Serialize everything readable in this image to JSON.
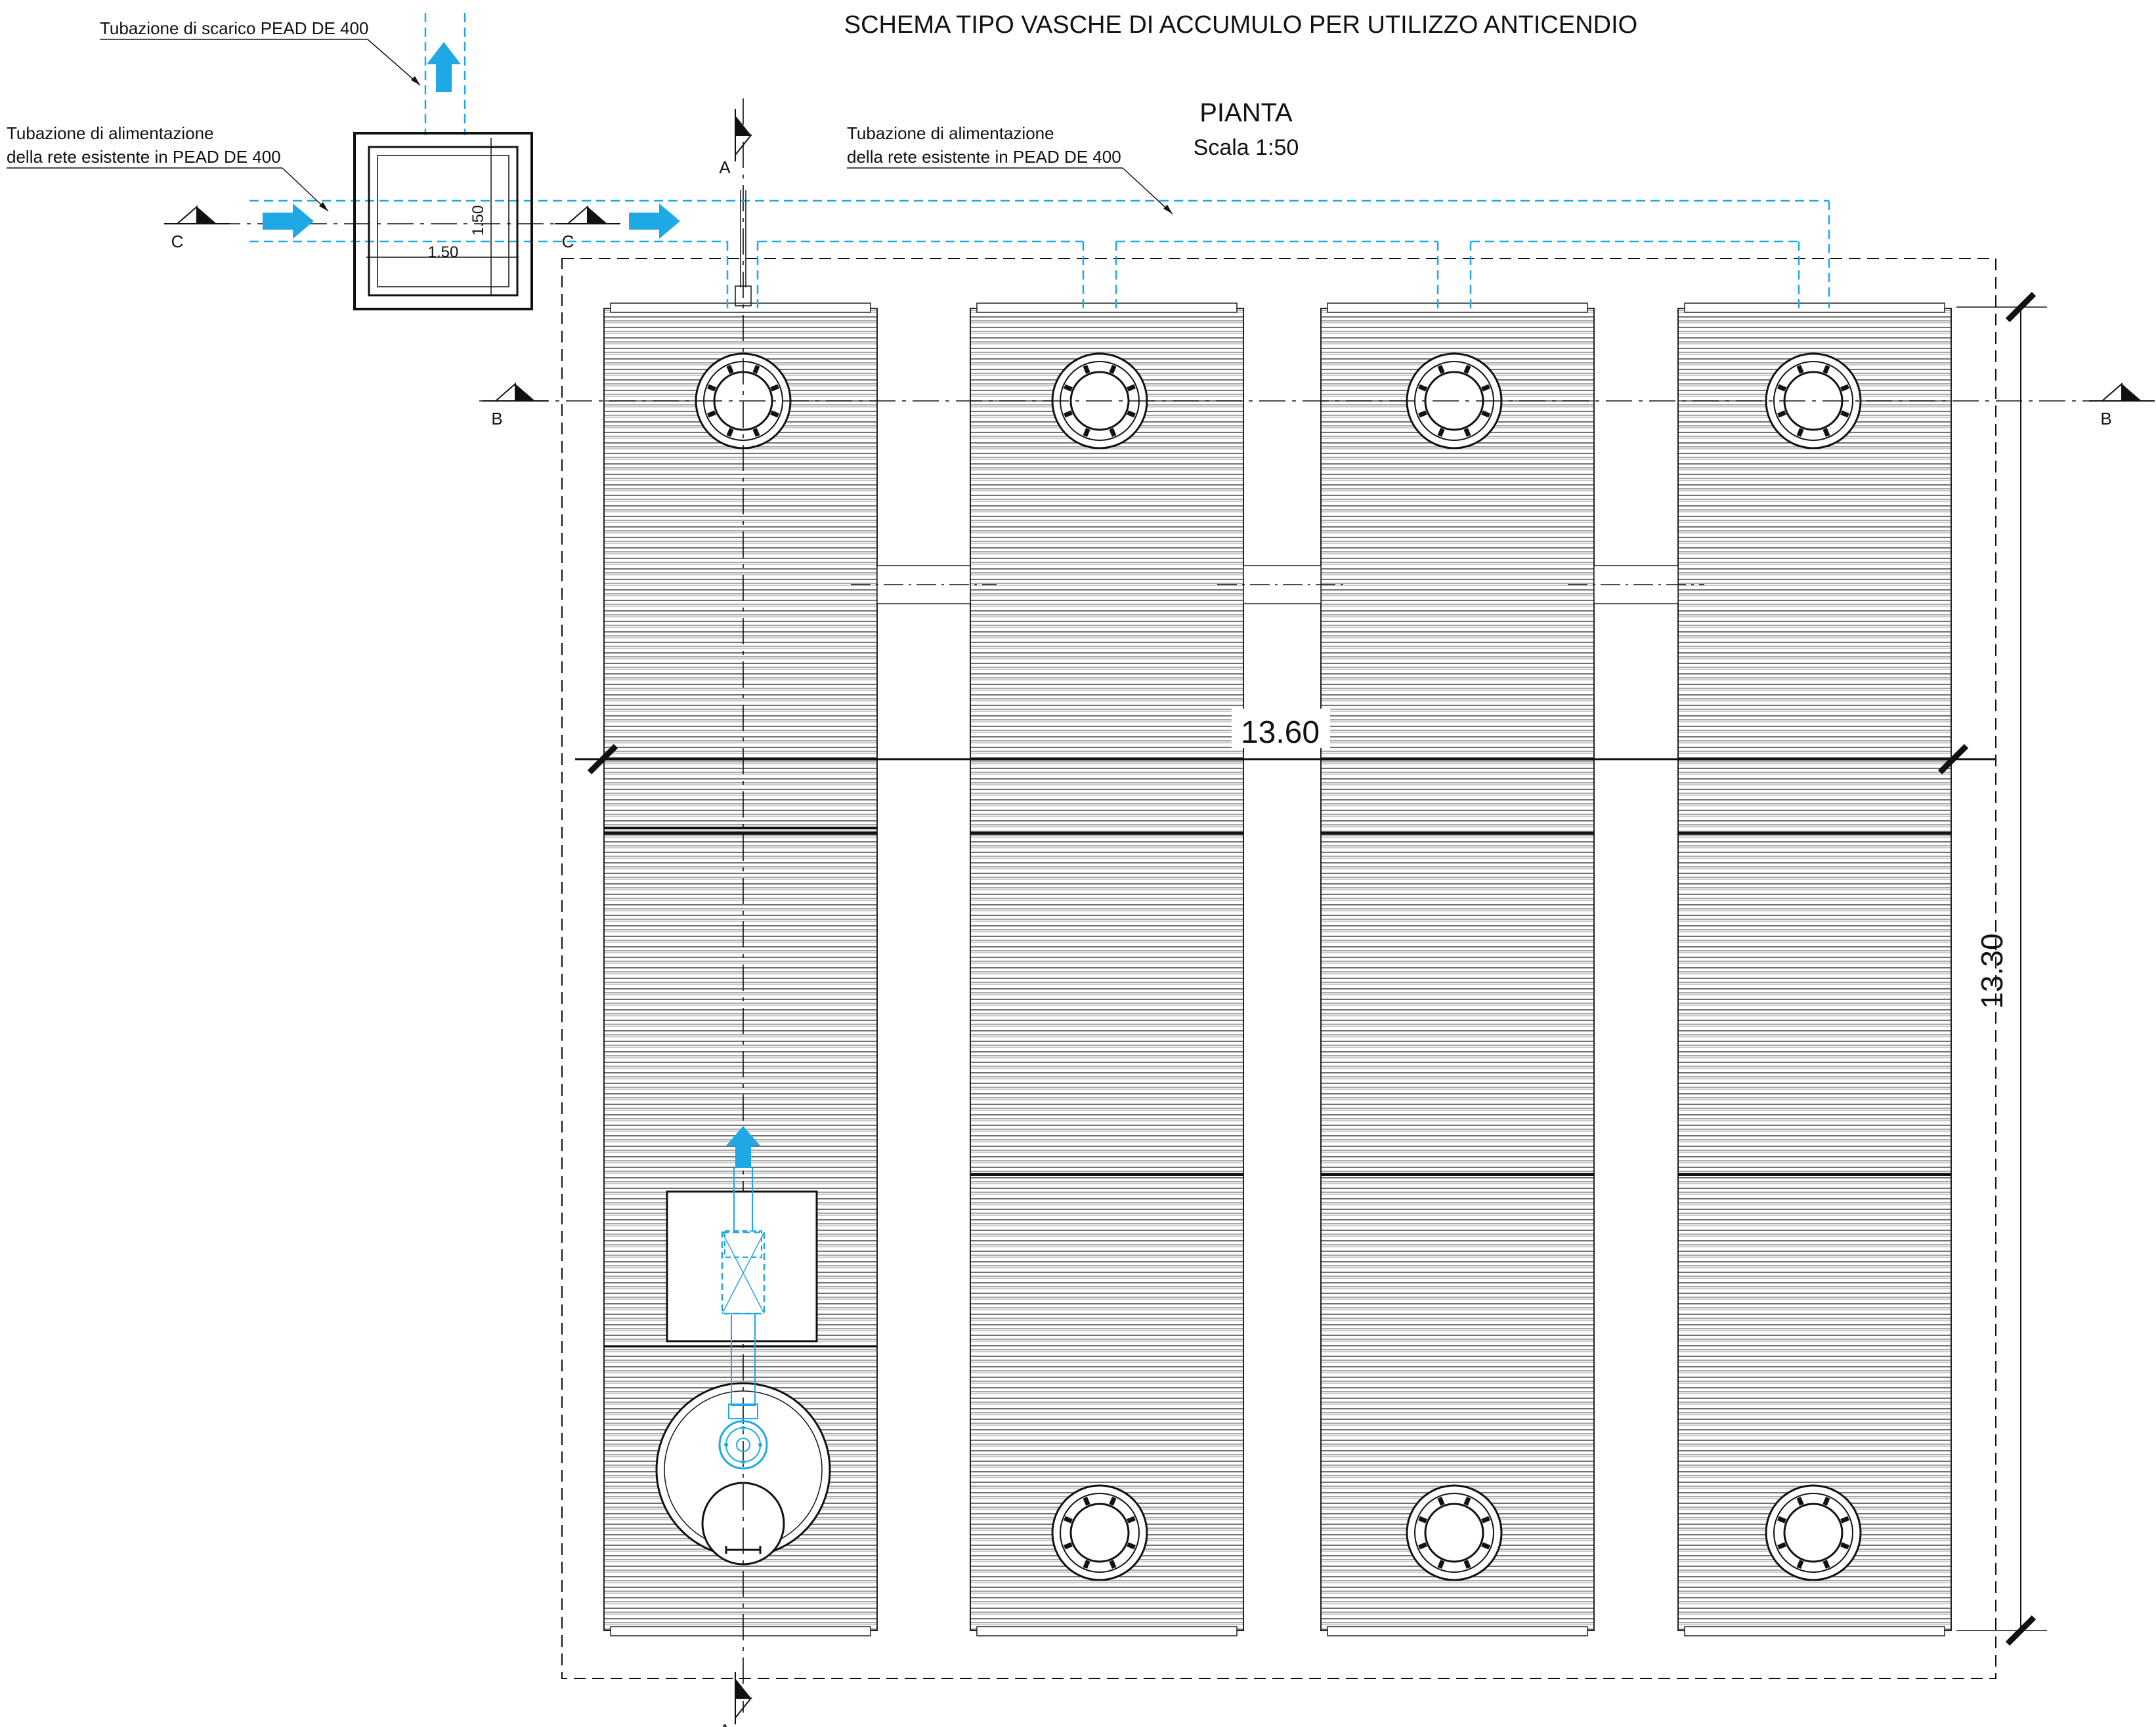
{
  "title": "SCHEMA TIPO VASCHE DI ACCUMULO PER UTILIZZO ANTICENDIO",
  "view": {
    "name": "PIANTA",
    "scale": "Scala 1:50"
  },
  "labels": {
    "scarico": "Tubazione di scarico PEAD DE 400",
    "alimentazione_left": [
      "Tubazione di alimentazione",
      "della rete esistente in PEAD DE 400"
    ],
    "alimentazione_right": [
      "Tubazione di alimentazione",
      "della rete esistente in PEAD DE 400"
    ]
  },
  "dimensions": {
    "width": "13.60",
    "height": "13.30",
    "pit_width": "1.50",
    "pit_height": "1.50"
  },
  "section_markers": {
    "a": "A",
    "b": "B",
    "c": "C"
  },
  "colors": {
    "pipe": "#1fa8e6",
    "line": "#111111",
    "arrow": "#1fa8e6"
  }
}
